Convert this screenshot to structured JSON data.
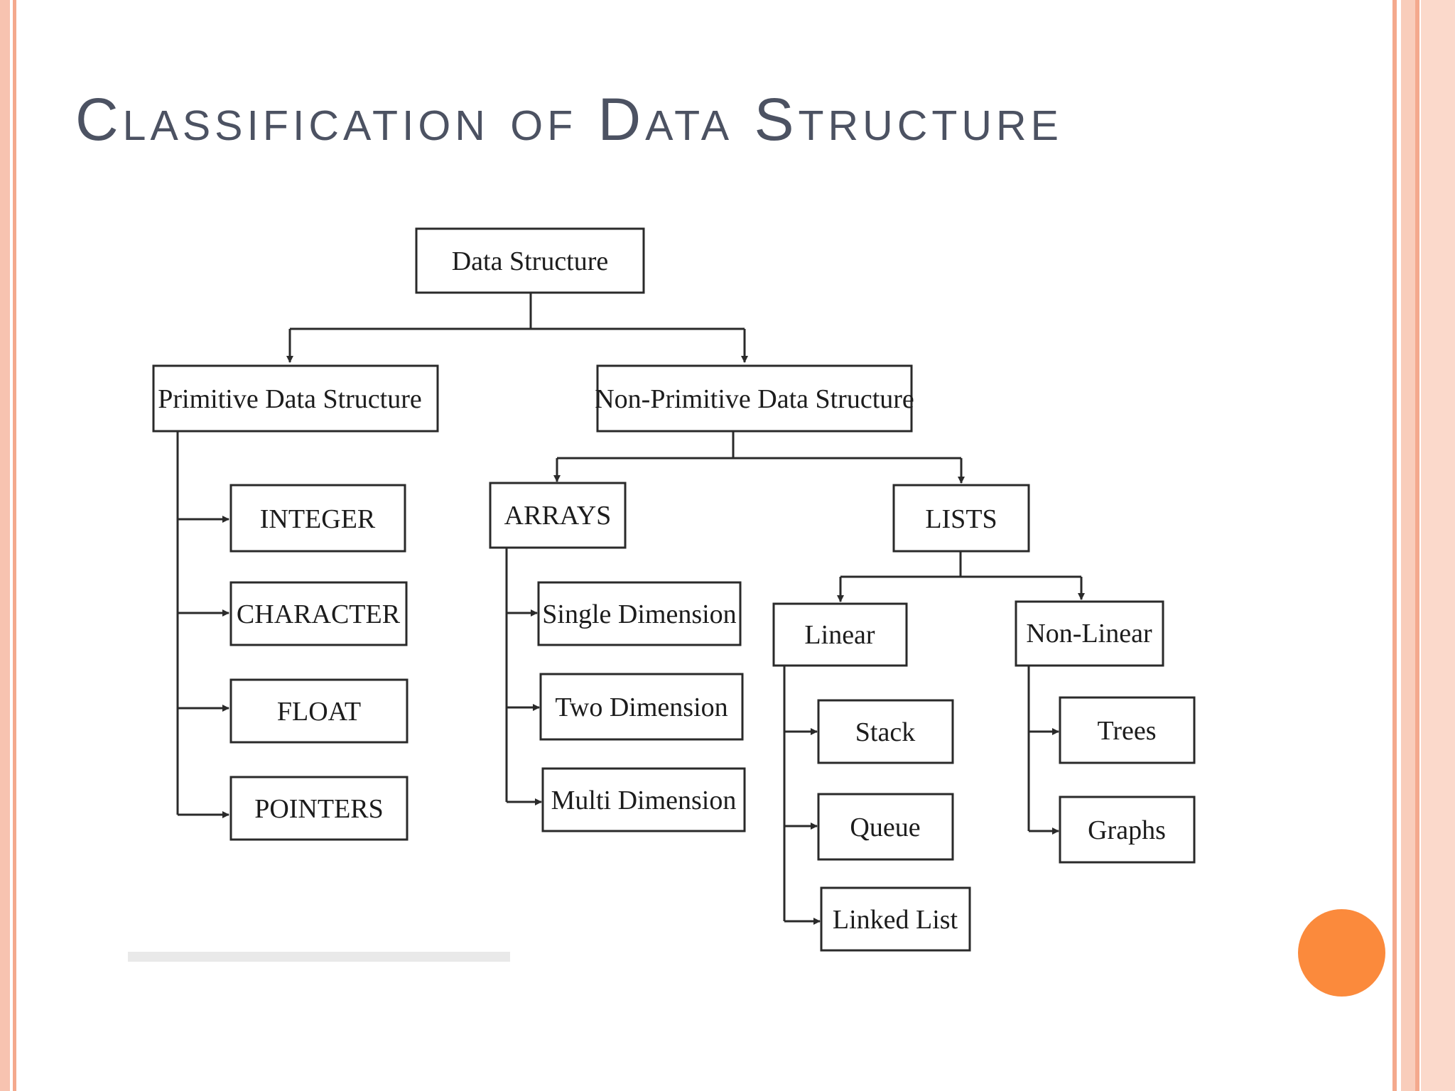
{
  "slide": {
    "title": "Classification of Data Structure",
    "accent_color": "#fb8a3c",
    "border_color": "#f4a98d"
  },
  "diagram": {
    "nodes": {
      "data_structure": "Data Structure",
      "primitive": "Primitive Data Structure",
      "non_primitive": "Non-Primitive Data Structure",
      "integer": "INTEGER",
      "character": "CHARACTER",
      "float": "FLOAT",
      "pointers": "POINTERS",
      "arrays": "ARRAYS",
      "lists": "LISTS",
      "single_dimension": "Single Dimension",
      "two_dimension": "Two Dimension",
      "multi_dimension": "Multi Dimension",
      "linear": "Linear",
      "non_linear": "Non-Linear",
      "stack": "Stack",
      "queue": "Queue",
      "linked_list": "Linked List",
      "trees": "Trees",
      "graphs": "Graphs"
    }
  }
}
